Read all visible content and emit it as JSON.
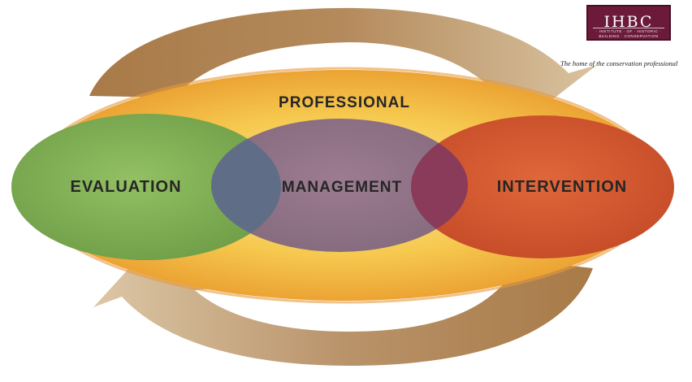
{
  "diagram": {
    "outer_label": "PROFESSIONAL",
    "circles": [
      {
        "id": "evaluation",
        "label": "EVALUATION",
        "color": "#7dae52"
      },
      {
        "id": "management",
        "label": "MANAGEMENT",
        "color": "#8a6d89"
      },
      {
        "id": "intervention",
        "label": "INTERVENTION",
        "color": "#d4562f"
      }
    ],
    "colors": {
      "band": "#f1c04d",
      "arrow": "#c4a57c"
    }
  },
  "logo": {
    "name": "IHBC",
    "subtitle_line1": "· INSTITUTE · OF · HISTORIC ·",
    "subtitle_line2": "BUILDING · CONSERVATION",
    "tagline": "The home of the conservation professional"
  }
}
